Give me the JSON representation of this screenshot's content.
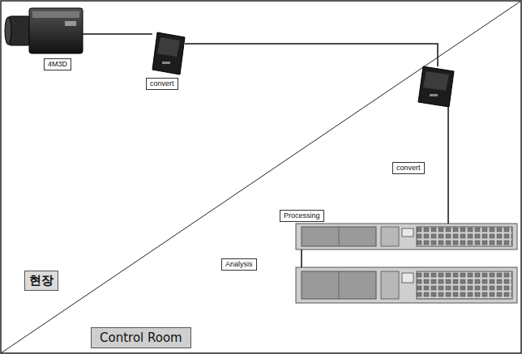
{
  "diagram": {
    "nodes": [
      {
        "text": [
          "4M3D"
        ]
      },
      {
        "text": [
          "convert"
        ]
      },
      {
        "text": [
          "convert"
        ]
      },
      {
        "text": [
          "Processing"
        ]
      },
      {
        "text": [
          "Analysis"
        ]
      }
    ],
    "edges": [
      {
        "from": 0,
        "to": 1,
        "arrow": "none"
      },
      {
        "from": 1,
        "to": 2,
        "arrow": "none"
      },
      {
        "from": 2,
        "to": 3,
        "arrow": "none"
      },
      {
        "from": 3,
        "to": 4,
        "arrow": "none"
      }
    ],
    "labels": [
      "현장",
      "Control Room"
    ]
  }
}
